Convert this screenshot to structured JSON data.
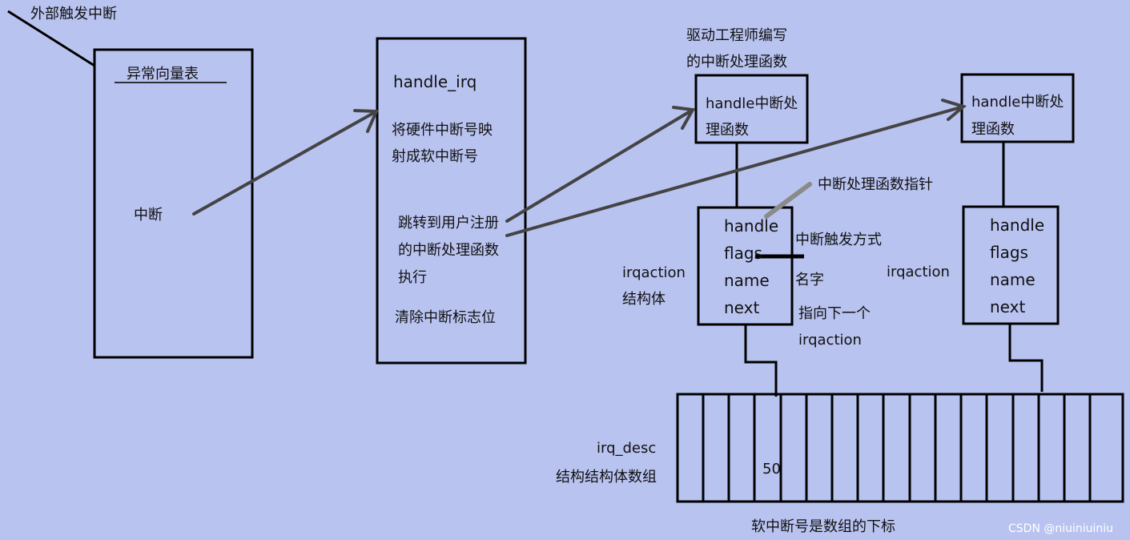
{
  "labels": {
    "external_interrupt": "外部触发中断",
    "vector_table": "异常向量表",
    "interrupt": "中断",
    "handle_irq": "handle_irq",
    "map_line1": "将硬件中断号映",
    "map_line2": "射成软中断号",
    "jump_line1": "跳转到用户注册",
    "jump_line2": "的中断处理函数",
    "jump_line3": "执行",
    "clear_flag": "清除中断标志位",
    "driver_line1": "驱动工程师编写",
    "driver_line2": "的中断处理函数",
    "isr_box_line1": "handle中断处",
    "isr_box_line2": "理函数",
    "handler_pointer": "中断处理函数指针",
    "trigger_mode": "中断触发方式",
    "name_note": "名字",
    "next_line1": "指向下一个",
    "next_line2": "irqaction",
    "irqaction_line1": "irqaction",
    "irqaction_line2": "结构体",
    "irqaction_right": "irqaction",
    "field_handle": "handle",
    "field_flags": "flags",
    "field_name": "name",
    "field_next": "next",
    "irq_desc_line1": "irq_desc",
    "irq_desc_line2": "结构结构体数组",
    "index_50": "50",
    "bottom_caption": "软中断号是数组的下标",
    "watermark": "CSDN @niuiniuiniu"
  },
  "colors": {
    "background": "#b9c3f0",
    "line": "#000000",
    "arrow": "#444444",
    "pointer_mark": "#8a8a8a",
    "watermark": "#ffffff"
  }
}
